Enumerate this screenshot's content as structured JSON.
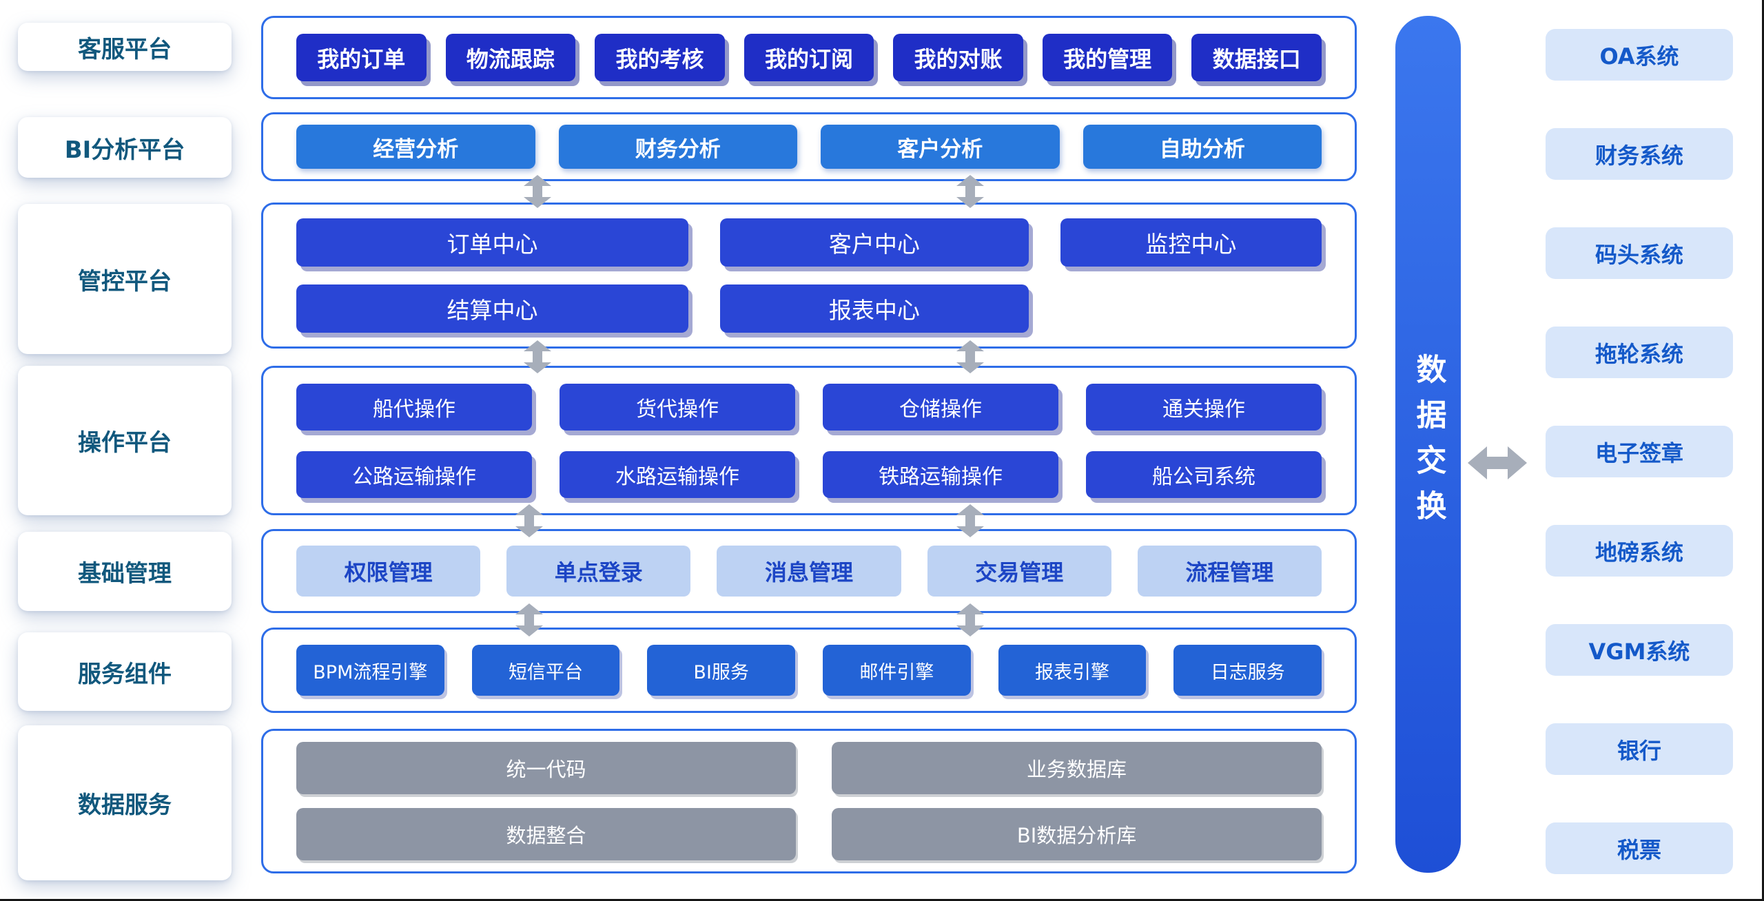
{
  "left": [
    "客服平台",
    "BI分析平台",
    "管控平台",
    "操作平台",
    "基础管理",
    "服务组件",
    "数据服务"
  ],
  "row1": [
    "我的订单",
    "物流跟踪",
    "我的考核",
    "我的订阅",
    "我的对账",
    "我的管理",
    "数据接口"
  ],
  "row2": [
    "经营分析",
    "财务分析",
    "客户分析",
    "自助分析"
  ],
  "row3a": [
    "订单中心",
    "客户中心",
    "监控中心"
  ],
  "row3b": [
    "结算中心",
    "报表中心"
  ],
  "row4a": [
    "船代操作",
    "货代操作",
    "仓储操作",
    "通关操作"
  ],
  "row4b": [
    "公路运输操作",
    "水路运输操作",
    "铁路运输操作",
    "船公司系统"
  ],
  "row5": [
    "权限管理",
    "单点登录",
    "消息管理",
    "交易管理",
    "流程管理"
  ],
  "row6": [
    "BPM流程引擎",
    "短信平台",
    "BI服务",
    "邮件引擎",
    "报表引擎",
    "日志服务"
  ],
  "row7a": [
    "统一代码",
    "业务数据库"
  ],
  "row7b": [
    "数据整合",
    "BI数据分析库"
  ],
  "exchange": "数据交换",
  "right": [
    "OA系统",
    "财务系统",
    "码头系统",
    "拖轮系统",
    "电子签章",
    "地磅系统",
    "VGM系统",
    "银行",
    "税票"
  ],
  "colors": {
    "panel_border": "#2e6de8",
    "navy": "#1f2ec6",
    "royal": "#2a46d6",
    "azure": "#2878dc",
    "light_blue": "#bdd2f3",
    "mid_blue": "#2363d6",
    "gray": "#8d95a4",
    "pill_bg": "#d8e6fa",
    "pill_text": "#1c45c5",
    "pill_text2": "#1459c9",
    "label_text": "#11587d",
    "exchange_top": "#3b77ee",
    "exchange_bottom": "#1e4fd6",
    "arrow": "#a7aeba"
  }
}
